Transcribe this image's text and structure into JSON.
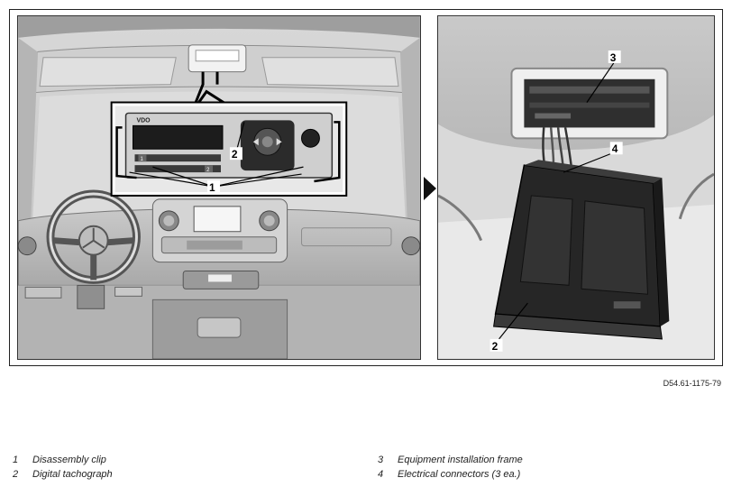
{
  "callouts": {
    "left_1": "1",
    "left_2": "2",
    "right_3": "3",
    "right_4": "4",
    "right_2": "2"
  },
  "device": {
    "brand": "VDO",
    "button_1": "1",
    "button_2": "2"
  },
  "reference_code": "D54.61-1175-79",
  "legend": [
    {
      "number": "1",
      "text": "Disassembly clip"
    },
    {
      "number": "2",
      "text": "Digital tachograph"
    },
    {
      "number": "3",
      "text": "Equipment installation frame"
    },
    {
      "number": "4",
      "text": "Electrical connectors (3 ea.)"
    }
  ]
}
